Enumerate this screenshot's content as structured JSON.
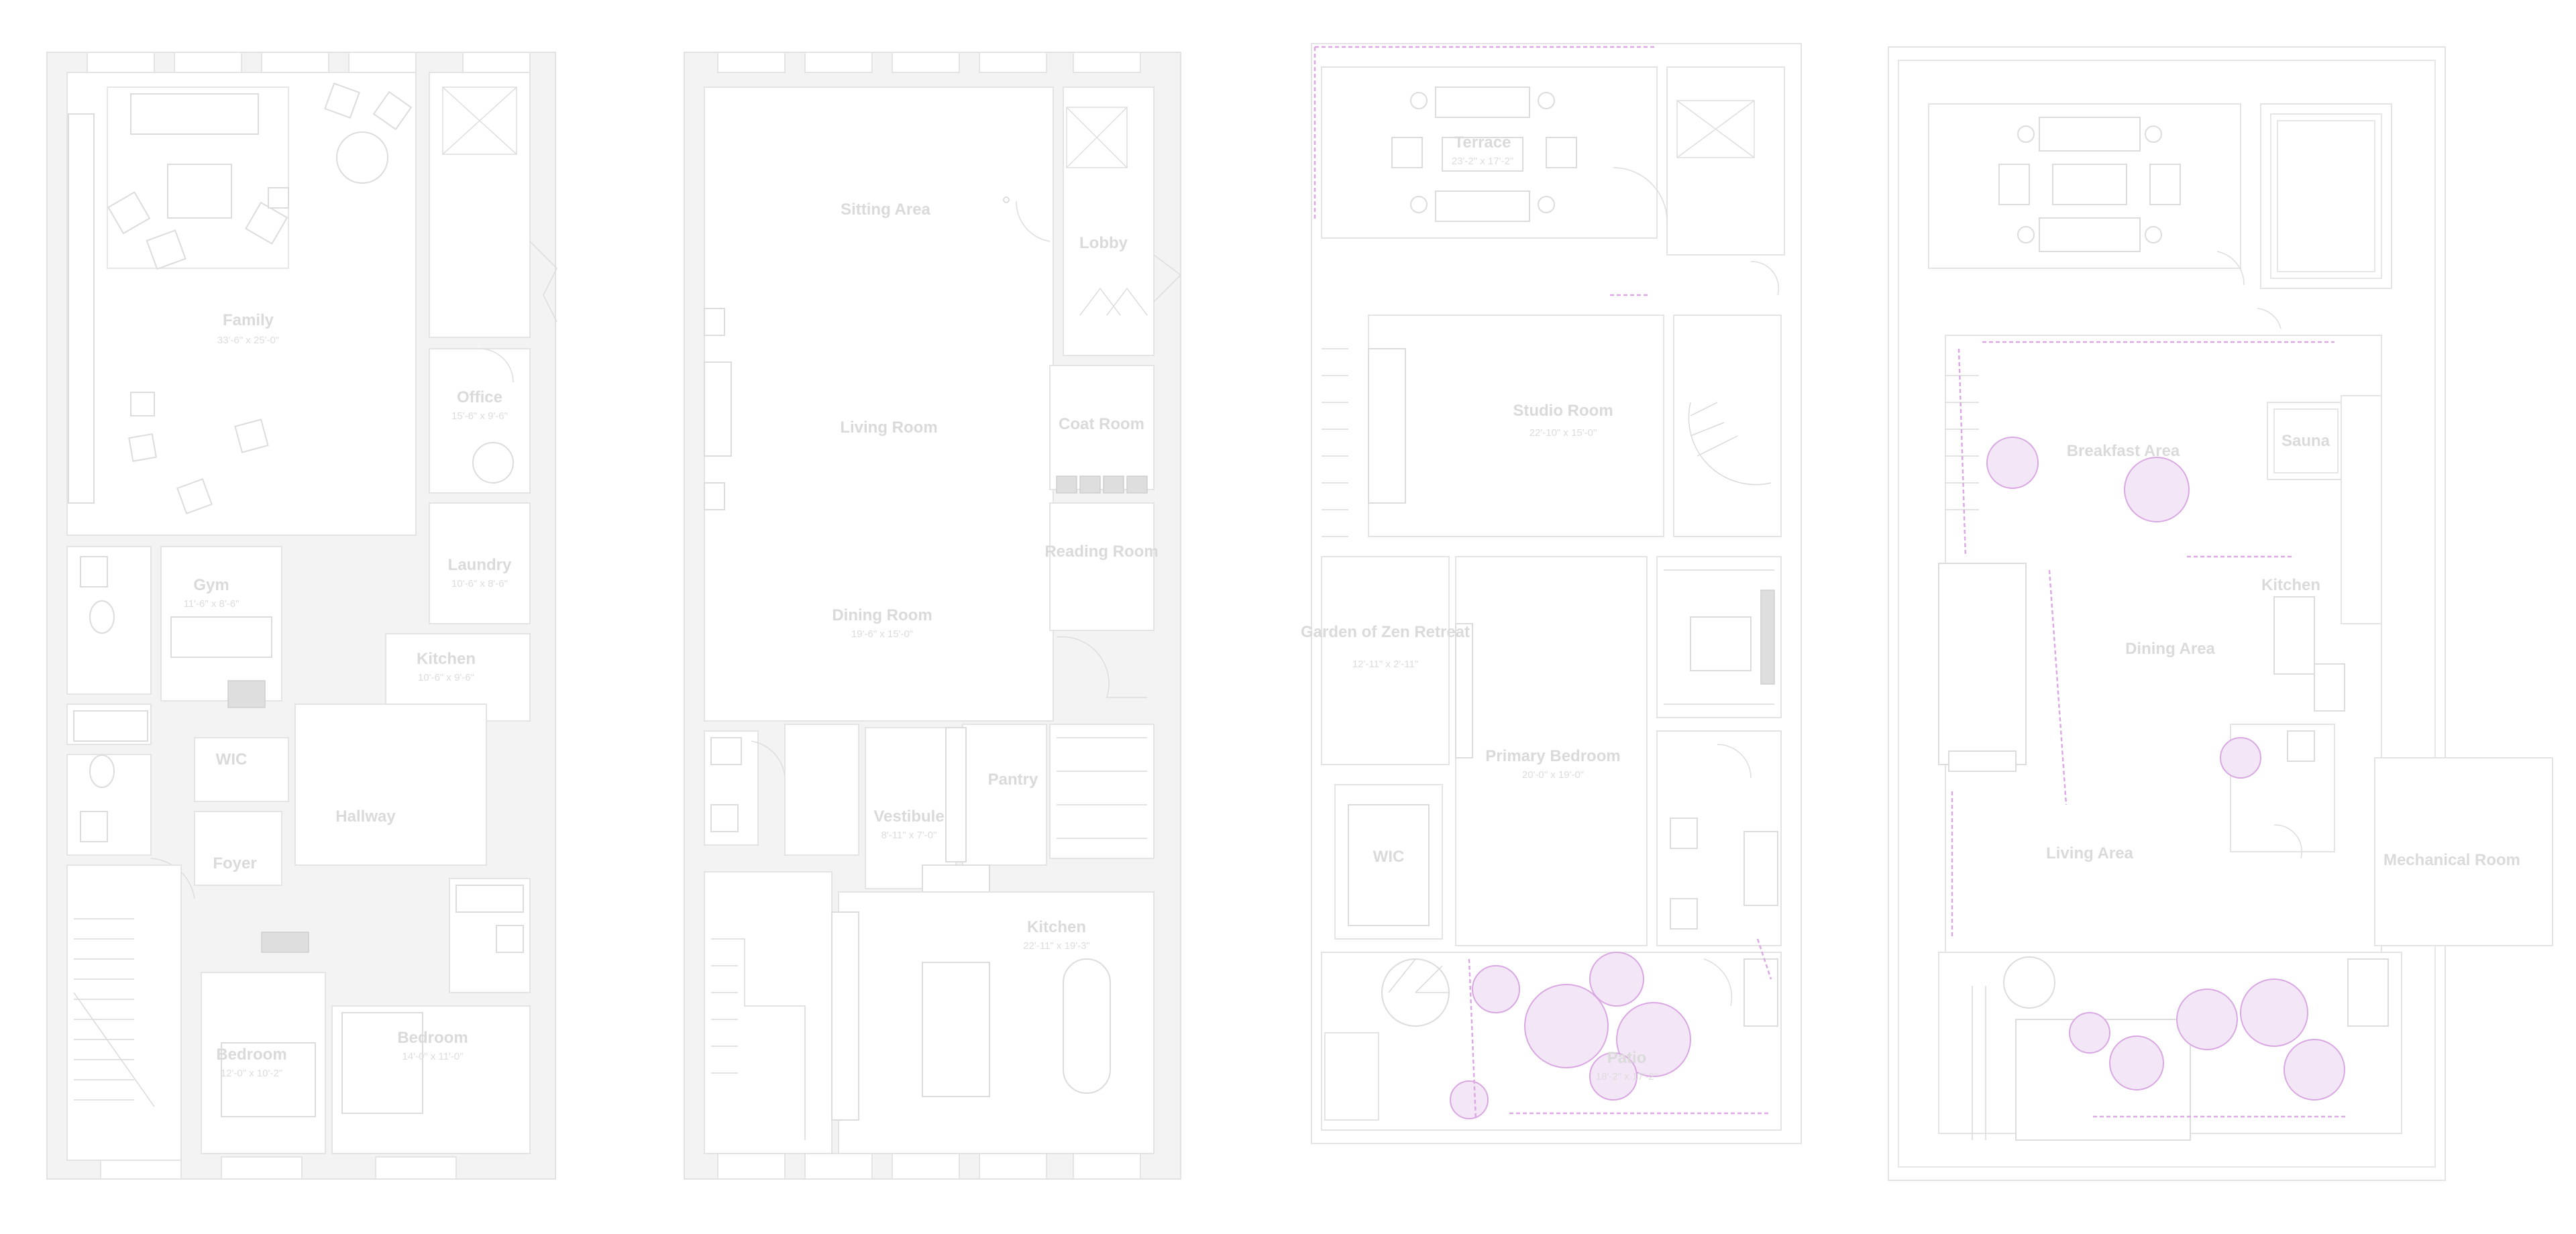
{
  "plans": [
    {
      "id": "lower-level",
      "labels": {
        "family": "Family",
        "family_dim": "33'-6\" x 25'-0\"",
        "office": "Office",
        "office_dim": "15'-6\" x 9'-6\"",
        "gym": "Gym",
        "gym_dim": "11'-6\" x 8'-6\"",
        "laundry": "Laundry",
        "laundry_dim": "10'-6\" x 8'-6\"",
        "kitchen": "Kitchen",
        "kitchen_dim": "10'-6\" x 9'-6\"",
        "wic": "WIC",
        "hallway": "Hallway",
        "foyer": "Foyer",
        "bedroom_a": "Bedroom",
        "bedroom_a_dim": "12'-0\" x 10'-2\"",
        "bedroom_b": "Bedroom",
        "bedroom_b_dim": "14'-0\" x 11'-0\""
      }
    },
    {
      "id": "parlor-level",
      "labels": {
        "sitting": "Sitting Area",
        "living": "Living Room",
        "dining": "Dining Room",
        "dining_dim": "19'-6\" x 15'-0\"",
        "lobby": "Lobby",
        "coat": "Coat Room",
        "reading": "Reading Room",
        "vestibule": "Vestibule",
        "vestibule_dim": "8'-11\" x 7'-0\"",
        "pantry": "Pantry",
        "kitchen": "Kitchen",
        "kitchen_dim": "22'-11\" x 19'-3\""
      }
    },
    {
      "id": "upper-level",
      "labels": {
        "terrace": "Terrace",
        "terrace_dim": "23'-2\" x 17'-2\"",
        "studio": "Studio Room",
        "studio_dim": "22'-10\" x 15'-0\"",
        "garden": "Garden of Zen Retreat",
        "garden_dim": "12'-11\" x 2'-11\"",
        "primary": "Primary Bedroom",
        "primary_dim": "20'-0\" x 19'-0\"",
        "wic": "WIC",
        "patio": "Patio",
        "patio_dim": "18'-2\" x 17'-2\""
      }
    },
    {
      "id": "roof-level",
      "labels": {
        "breakfast": "Breakfast Area",
        "sauna": "Sauna",
        "kitchen": "Kitchen",
        "dining": "Dining Area",
        "living": "Living Area",
        "mechanical": "Mechanical Room"
      }
    }
  ]
}
